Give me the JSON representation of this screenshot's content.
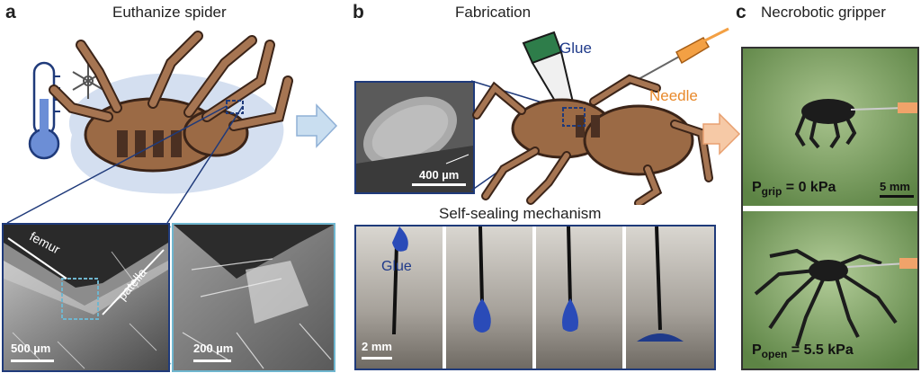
{
  "panels": {
    "a": {
      "letter": "a",
      "title": "Euthanize spider",
      "sem_labels": {
        "femur": "femur",
        "patella": "patella"
      },
      "scale_left": "500 µm",
      "scale_right": "200 µm"
    },
    "b": {
      "letter": "b",
      "title": "Fabrication",
      "glue_label": "Glue",
      "needle_label": "Needle",
      "sem_scale": "400 µm",
      "mechanism_title": "Self-sealing mechanism",
      "mechanism_glue": "Glue",
      "mechanism_scale": "2 mm"
    },
    "c": {
      "letter": "c",
      "title": "Necrobotic gripper",
      "scale": "5 mm",
      "grip": {
        "symbol": "P",
        "subscript": "grip",
        "value": " = 0 kPa"
      },
      "open": {
        "symbol": "P",
        "subscript": "open",
        "value": " = 5.5 kPa"
      }
    }
  },
  "colors": {
    "panel_border": "#1f3a7a",
    "light_border": "#6fb6cf",
    "glue_blue": "#1f3a8a",
    "needle_orange": "#e8892b",
    "spider_brown": "#9b6a45",
    "spider_dark": "#4b3022",
    "arrow_blue": "#c9def0",
    "arrow_orange": "#f6c9a6",
    "grass_green": "#6f9a55"
  }
}
